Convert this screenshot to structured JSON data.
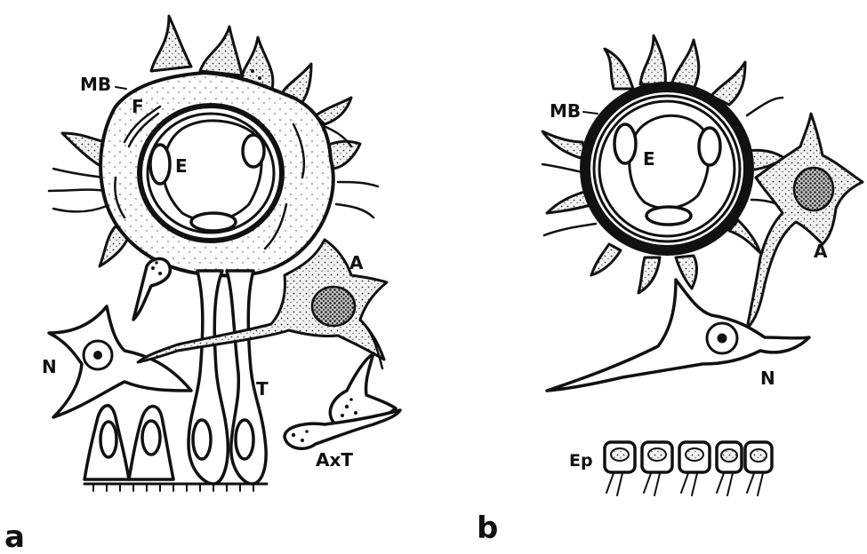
{
  "panels": {
    "a": {
      "panel_label": "a",
      "labels": {
        "mb": "MB",
        "f": "F",
        "e": "E",
        "a": "A",
        "n": "N",
        "t": "T",
        "axt": "AxT"
      }
    },
    "b": {
      "panel_label": "b",
      "labels": {
        "mb": "MB",
        "e": "E",
        "a": "A",
        "n": "N",
        "ep": "Ep"
      }
    }
  },
  "colors": {
    "ink": "#111111",
    "background": "#ffffff"
  }
}
